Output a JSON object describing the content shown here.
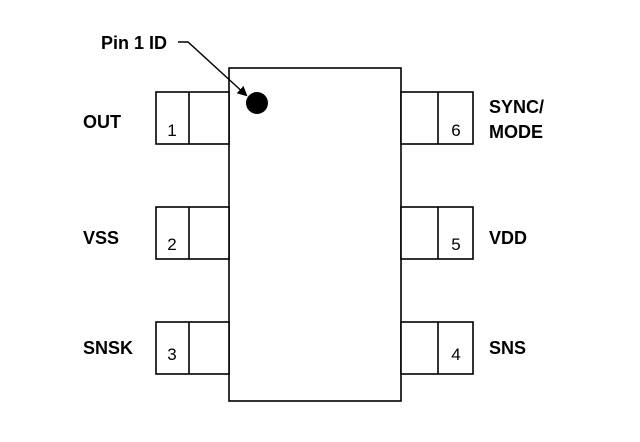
{
  "diagram": {
    "pin1_id_label": "Pin 1 ID",
    "pins": [
      {
        "number": "1",
        "name": "OUT"
      },
      {
        "number": "2",
        "name": "VSS"
      },
      {
        "number": "3",
        "name": "SNSK"
      },
      {
        "number": "4",
        "name": "SNS"
      },
      {
        "number": "5",
        "name": "VDD"
      },
      {
        "number": "6",
        "name_line1": "SYNC/",
        "name_line2": "MODE"
      }
    ]
  }
}
